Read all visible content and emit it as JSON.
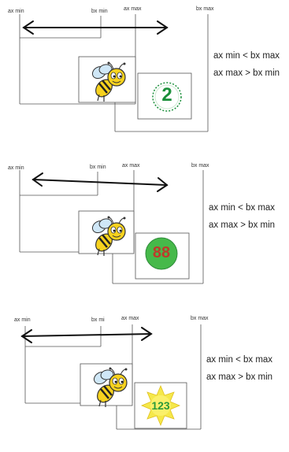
{
  "colors": {
    "line": "#555555",
    "arrow": "#111111",
    "token_ring_green": "#1a8f3a",
    "token_fill_green": "#46b94a",
    "token_text_red": "#c0392b",
    "star_fill": "#f5e84a",
    "star_text": "#2a9a3a",
    "bee_yellow": "#f7d21e"
  },
  "panels": [
    {
      "labels": {
        "ax_min": "ax min",
        "bx_min": "bx min",
        "ax_max": "ax max",
        "bx_max": "bx max"
      },
      "rules": {
        "rule1": "ax min < bx max",
        "rule2": "ax max > bx min"
      },
      "token": {
        "kind": "circle-outline",
        "text": "2",
        "icon": "number-2-token-icon"
      }
    },
    {
      "labels": {
        "ax_min": "ax min",
        "bx_min": "bx min",
        "ax_max": "ax max",
        "bx_max": "bx max"
      },
      "rules": {
        "rule1": "ax min < bx max",
        "rule2": "ax max > bx min"
      },
      "token": {
        "kind": "circle-filled",
        "text": "88",
        "icon": "number-88-token-icon"
      }
    },
    {
      "labels": {
        "ax_min": "ax min",
        "bx_min": "bx mi",
        "ax_max": "ax max",
        "bx_max": "bx max"
      },
      "rules": {
        "rule1": "ax min < bx max",
        "rule2": "ax max > bx min"
      },
      "token": {
        "kind": "star",
        "text": "123",
        "icon": "number-123-star-icon"
      }
    }
  ]
}
